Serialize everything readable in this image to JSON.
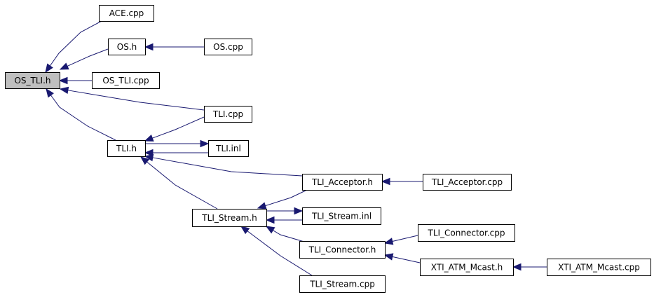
{
  "diagram": {
    "edge_color": "#191970",
    "root_fill": "#bfbfbf",
    "node_fill": "#ffffff",
    "nodes": [
      {
        "id": "os_tli_h",
        "label": "OS_TLI.h",
        "root": true
      },
      {
        "id": "ace_cpp",
        "label": "ACE.cpp"
      },
      {
        "id": "os_h",
        "label": "OS.h"
      },
      {
        "id": "os_cpp",
        "label": "OS.cpp"
      },
      {
        "id": "os_tli_cpp",
        "label": "OS_TLI.cpp"
      },
      {
        "id": "tli_cpp",
        "label": "TLI.cpp"
      },
      {
        "id": "tli_h",
        "label": "TLI.h"
      },
      {
        "id": "tli_inl",
        "label": "TLI.inl"
      },
      {
        "id": "tli_acceptor_h",
        "label": "TLI_Acceptor.h"
      },
      {
        "id": "tli_acceptor_cpp",
        "label": "TLI_Acceptor.cpp"
      },
      {
        "id": "tli_stream_h",
        "label": "TLI_Stream.h"
      },
      {
        "id": "tli_stream_inl",
        "label": "TLI_Stream.inl"
      },
      {
        "id": "tli_connector_cpp",
        "label": "TLI_Connector.cpp"
      },
      {
        "id": "tli_connector_h",
        "label": "TLI_Connector.h"
      },
      {
        "id": "xti_atm_mcast_h",
        "label": "XTI_ATM_Mcast.h"
      },
      {
        "id": "xti_atm_mcast_cpp",
        "label": "XTI_ATM_Mcast.cpp"
      },
      {
        "id": "tli_stream_cpp",
        "label": "TLI_Stream.cpp"
      }
    ],
    "edges": [
      {
        "from": "ace_cpp",
        "to": "os_tli_h"
      },
      {
        "from": "os_h",
        "to": "os_tli_h"
      },
      {
        "from": "os_cpp",
        "to": "os_h"
      },
      {
        "from": "os_tli_cpp",
        "to": "os_tli_h"
      },
      {
        "from": "tli_cpp",
        "to": "os_tli_h"
      },
      {
        "from": "tli_h",
        "to": "os_tli_h"
      },
      {
        "from": "tli_cpp",
        "to": "tli_h"
      },
      {
        "from": "tli_h",
        "to": "tli_inl"
      },
      {
        "from": "tli_inl",
        "to": "tli_h"
      },
      {
        "from": "tli_acceptor_h",
        "to": "tli_h"
      },
      {
        "from": "tli_stream_h",
        "to": "tli_h"
      },
      {
        "from": "tli_acceptor_cpp",
        "to": "tli_acceptor_h"
      },
      {
        "from": "tli_acceptor_h",
        "to": "tli_stream_h"
      },
      {
        "from": "tli_stream_h",
        "to": "tli_stream_inl"
      },
      {
        "from": "tli_stream_inl",
        "to": "tli_stream_h"
      },
      {
        "from": "tli_connector_h",
        "to": "tli_stream_h"
      },
      {
        "from": "tli_stream_cpp",
        "to": "tli_stream_h"
      },
      {
        "from": "tli_connector_cpp",
        "to": "tli_connector_h"
      },
      {
        "from": "xti_atm_mcast_h",
        "to": "tli_connector_h"
      },
      {
        "from": "xti_atm_mcast_cpp",
        "to": "xti_atm_mcast_h"
      }
    ]
  }
}
